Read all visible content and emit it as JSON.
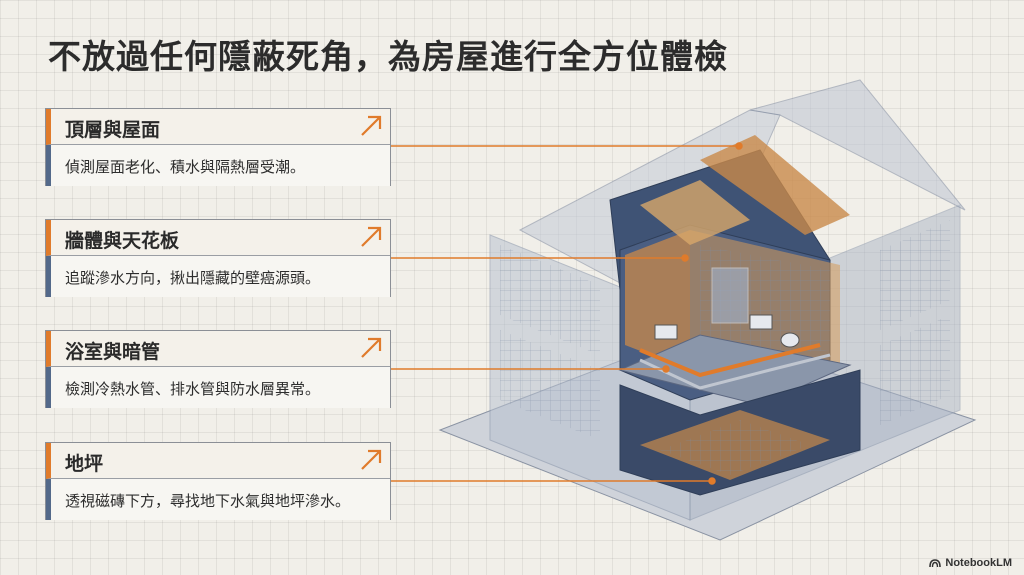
{
  "title": "不放過任何隱蔽死角，為房屋進行全方位體檢",
  "cards": [
    {
      "heading": "頂層與屋面",
      "desc": "偵測屋面老化、積水與隔熱層受潮。"
    },
    {
      "heading": "牆體與天花板",
      "desc": "追蹤滲水方向，揪出隱藏的壁癌源頭。"
    },
    {
      "heading": "浴室與暗管",
      "desc": "檢測冷熱水管、排水管與防水層異常。"
    },
    {
      "heading": "地坪",
      "desc": "透視磁磚下方，尋找地下水氣與地坪滲水。"
    }
  ],
  "brand": "NotebookLM",
  "colors": {
    "accent": "#e07b2b",
    "slate": "#53698a",
    "blueprint": "#3c4f70"
  }
}
